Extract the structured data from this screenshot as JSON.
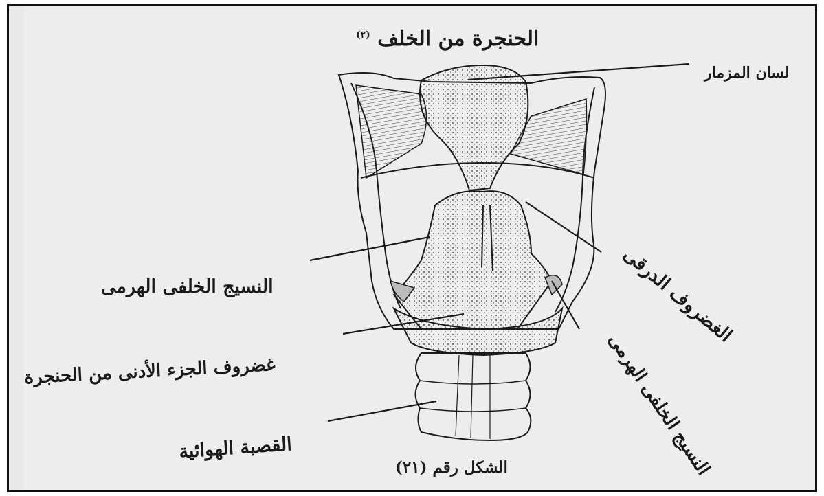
{
  "figure": {
    "title": "الحنجرة من الخلف",
    "title_marker": "(٢)",
    "caption": "الشكل رقم (٢١)"
  },
  "labels": {
    "epiglottis": "لسان المزمار",
    "thyroid_cartilage": "الغضروف الدرقى",
    "arytenoid_left": "النسيج الخلفى الهرمى",
    "arytenoid_right": "النسيج الخلفى الهرمى",
    "cricoid_cartilage": "غضروف الجزء الأدنى من الحنجرة",
    "trachea": "القصبة الهوائية"
  },
  "colors": {
    "background": "#ffffff",
    "paper": "#ededed",
    "ink": "#1a1a1a",
    "frame": "#111111"
  }
}
